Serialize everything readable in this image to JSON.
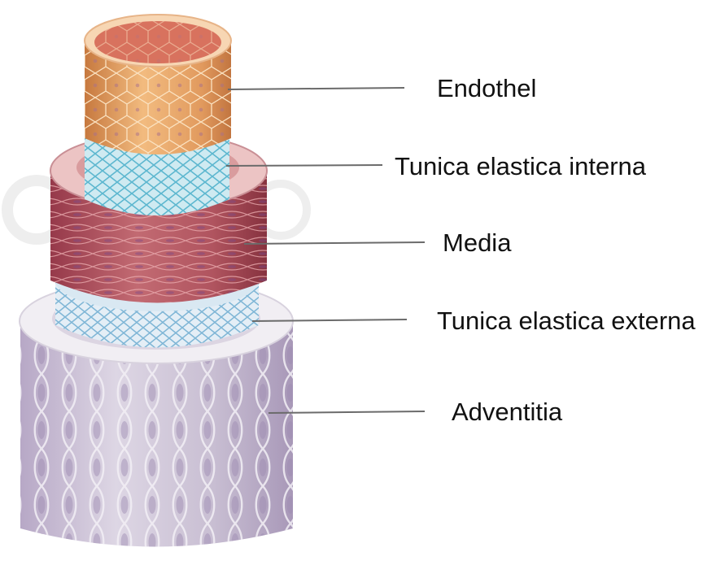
{
  "labels": {
    "endothel": "Endothel",
    "tunica_elastica_interna": "Tunica elastica interna",
    "media": "Media",
    "tunica_elastica_externa": "Tunica elastica externa",
    "adventitia": "Adventitia"
  },
  "colors": {
    "endothel": "#e9a46c",
    "endothel_inner": "#d9745a",
    "elastica_interna": "#a9dbe6",
    "media": "#b4505c",
    "media_top": "#e8b9b9",
    "elastica_externa": "#b9d7e8",
    "adventitia": "#cbc1d6",
    "adventitia_top": "#eeecef",
    "leader_line": "#6b6b6b"
  }
}
